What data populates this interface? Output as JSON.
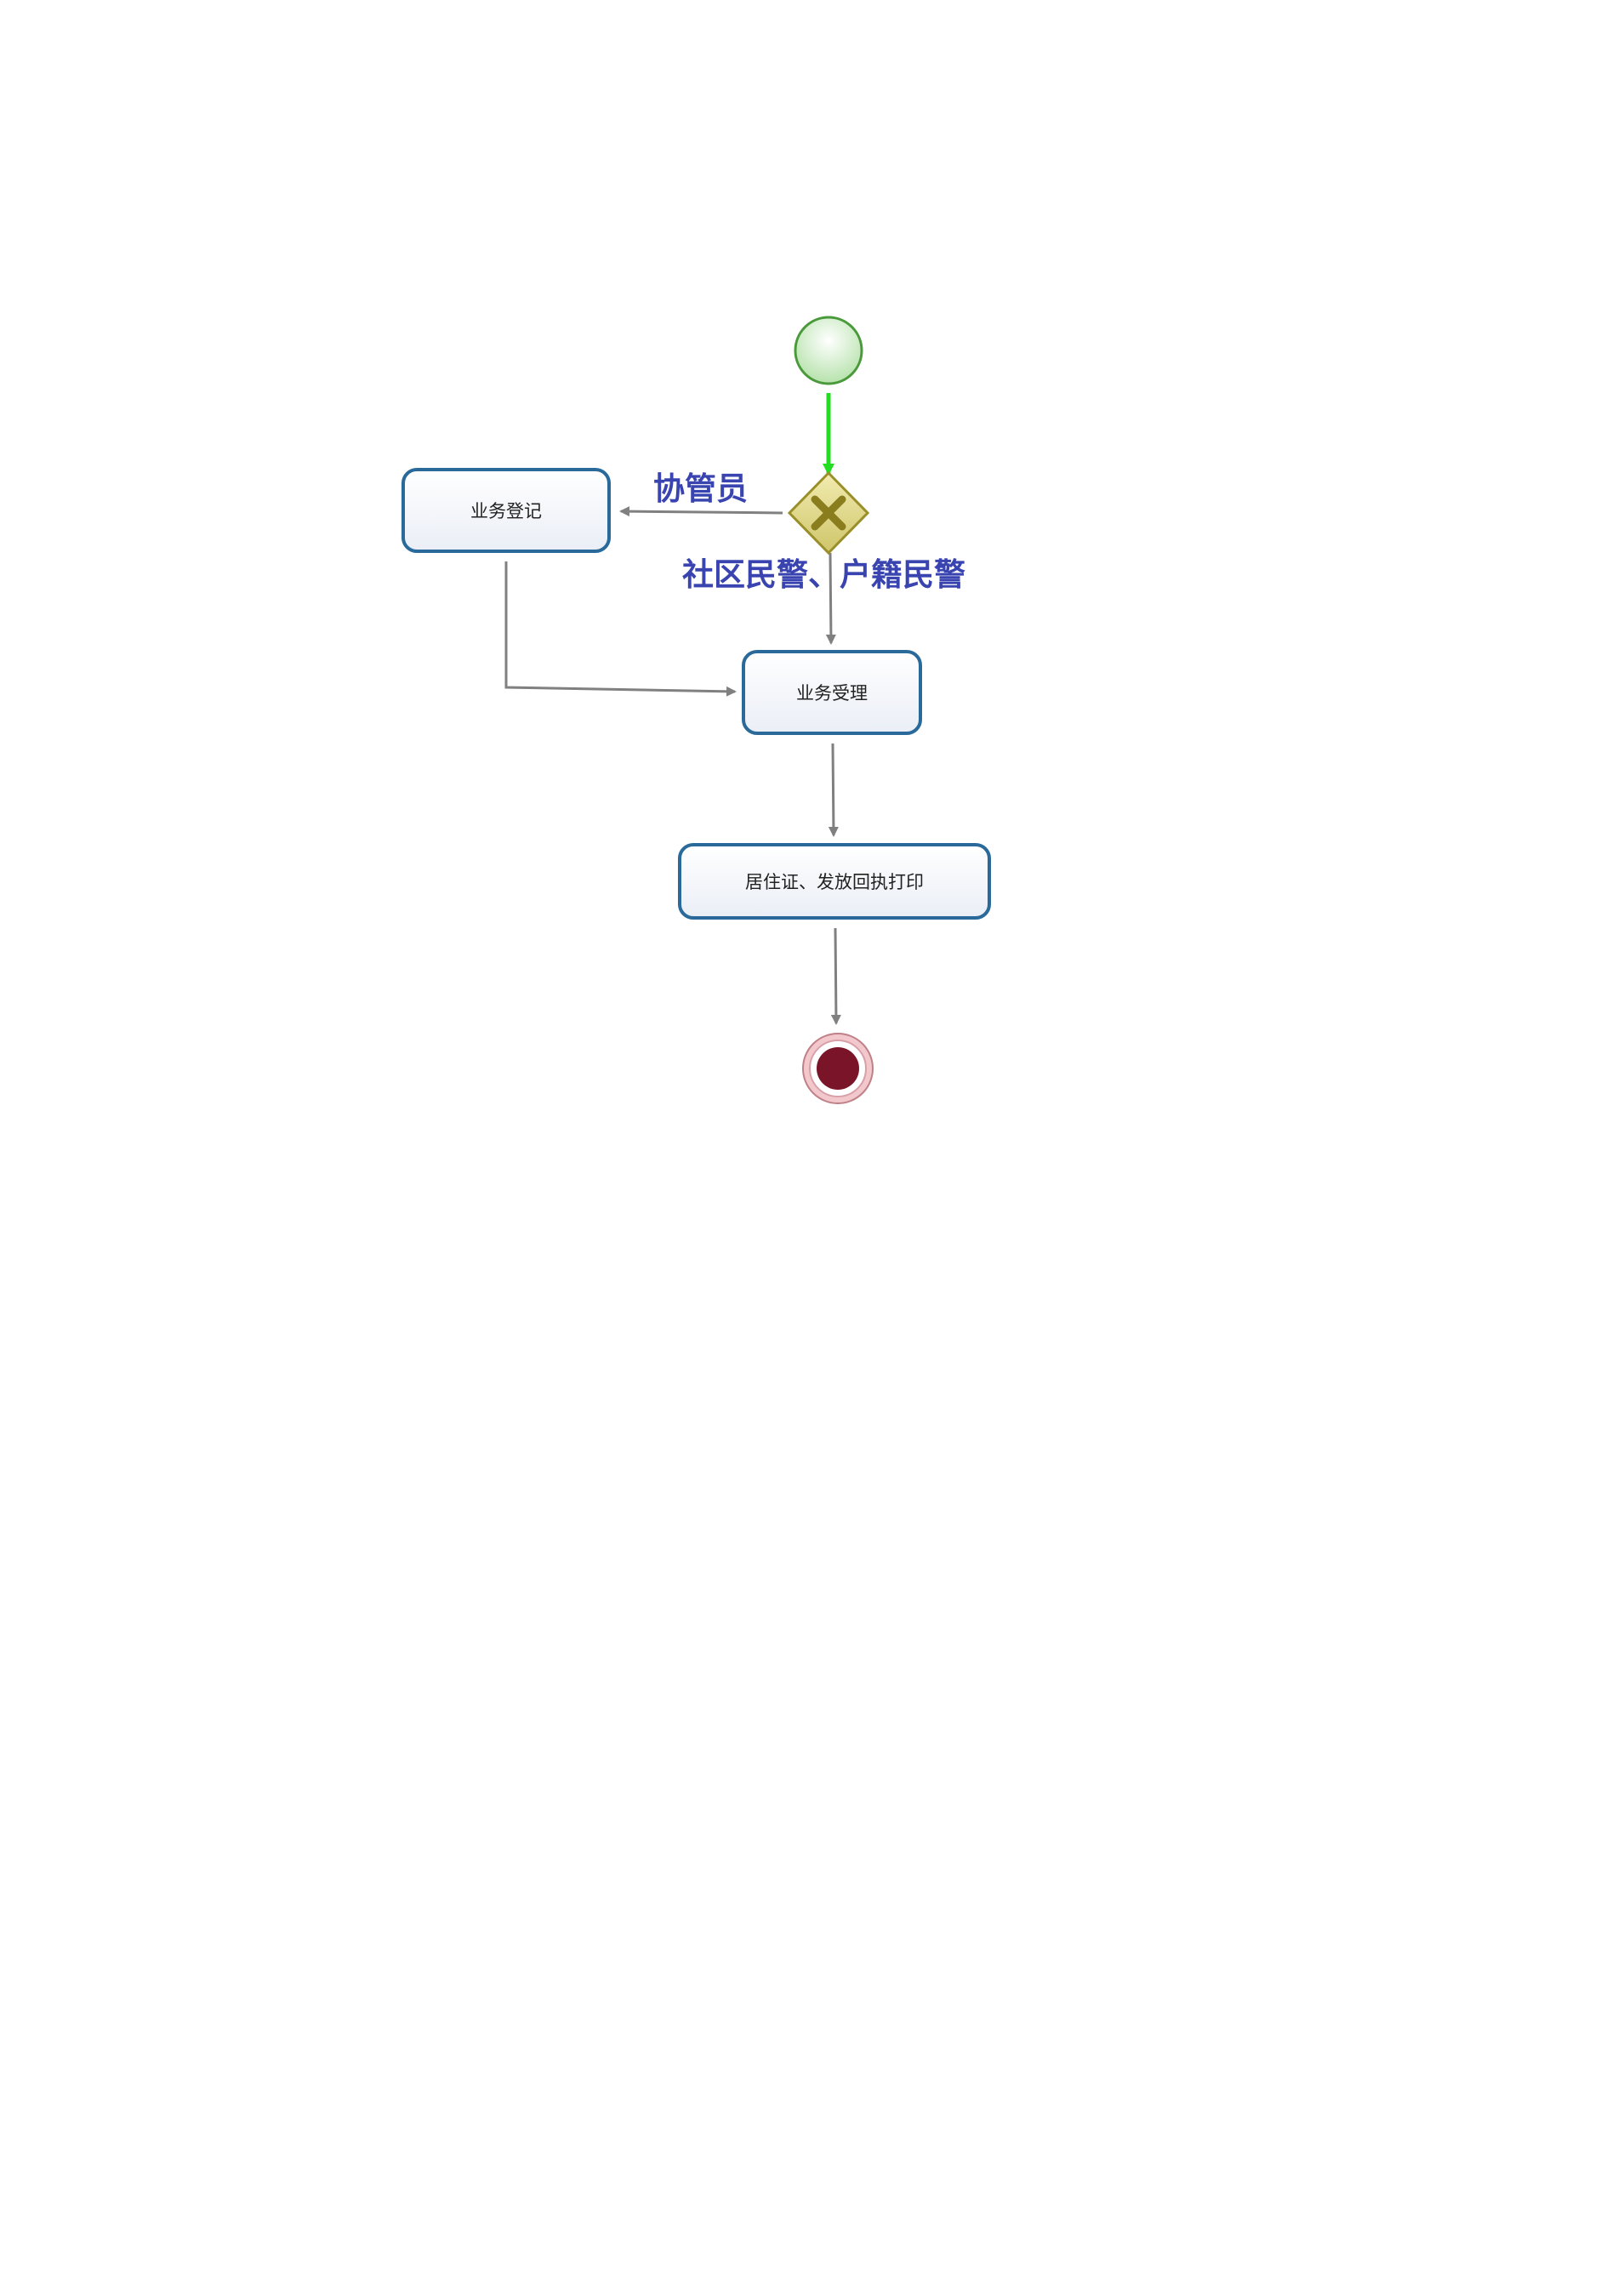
{
  "diagram": {
    "nodes": {
      "start": {
        "kind": "start-event"
      },
      "gateway": {
        "kind": "exclusive-gateway"
      },
      "task_register": {
        "kind": "task",
        "label": "业务登记"
      },
      "task_accept": {
        "kind": "task",
        "label": "业务受理"
      },
      "task_print": {
        "kind": "task",
        "label": "居住证、发放回执打印"
      },
      "end": {
        "kind": "end-event"
      }
    },
    "edges": [
      {
        "from": "start",
        "to": "gateway",
        "highlighted": true
      },
      {
        "from": "gateway",
        "to": "task_register",
        "label": "协管员"
      },
      {
        "from": "gateway",
        "to": "task_accept",
        "label": "社区民警、户籍民警"
      },
      {
        "from": "task_register",
        "to": "task_accept"
      },
      {
        "from": "task_accept",
        "to": "task_print"
      },
      {
        "from": "task_print",
        "to": "end"
      }
    ],
    "colors": {
      "start_fill": "#c8ecc0",
      "start_stroke": "#4a9a3c",
      "gateway_fill": "#e6df8a",
      "gateway_stroke": "#9a8f2a",
      "gateway_cross": "#8a7d1e",
      "task_stroke": "#2a6a9a",
      "task_fill": "#f4f6fb",
      "flow": "#808080",
      "flow_highlight": "#22dd22",
      "label": "#3a44b0",
      "end_fill": "#7a1428",
      "end_ring": "#f2c8cc"
    }
  }
}
